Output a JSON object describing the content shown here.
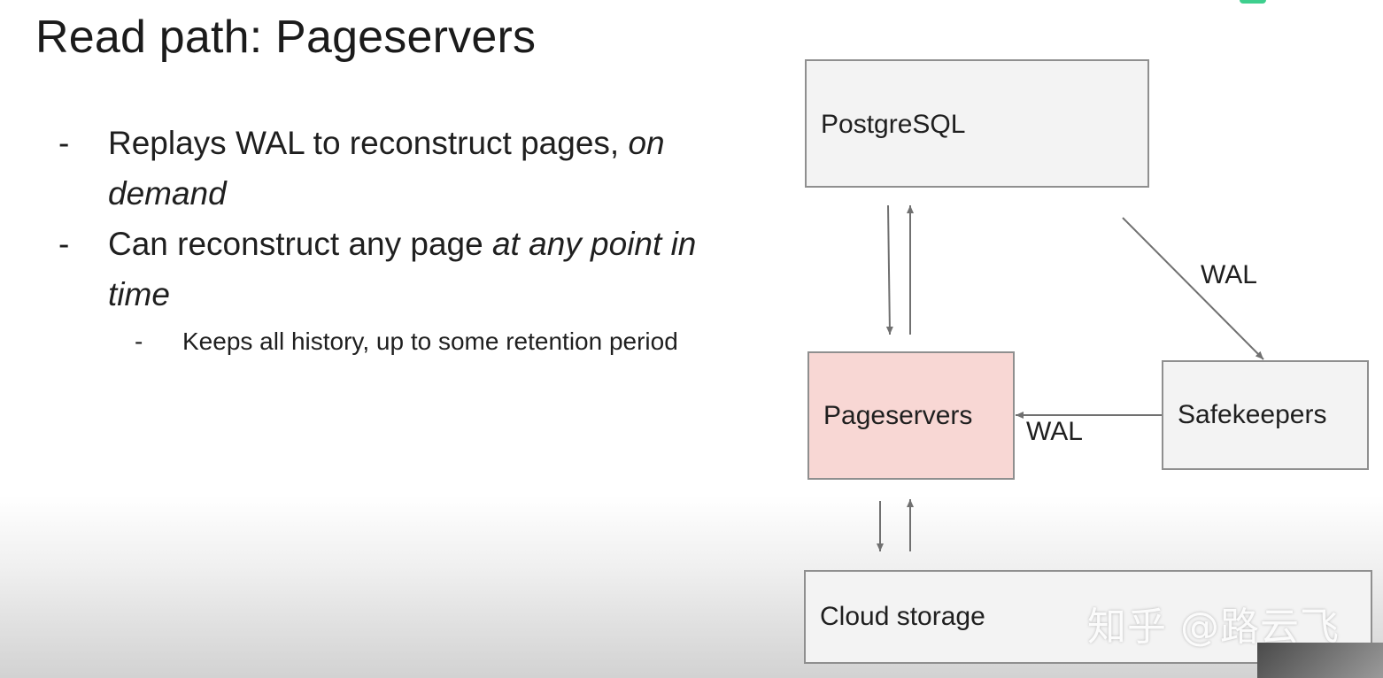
{
  "slide": {
    "title": "Read path: Pageservers",
    "bullets": [
      {
        "dash": "-",
        "text": "Replays WAL to reconstruct pages, ",
        "emphasis": "on demand"
      },
      {
        "dash": "-",
        "text": "Can reconstruct any page ",
        "emphasis": "at any point in time"
      }
    ],
    "sub_bullet": {
      "dash": "-",
      "text": "Keeps all history, up to some retention period"
    }
  },
  "diagram": {
    "nodes": {
      "postgresql": "PostgreSQL",
      "pageservers": "Pageservers",
      "safekeepers": "Safekeepers",
      "cloud_storage": "Cloud storage"
    },
    "edges": {
      "postgres_to_safekeepers": "WAL",
      "safekeepers_to_pageservers": "WAL"
    },
    "colors": {
      "highlight_fill": "#f8d7d4",
      "box_fill": "#f3f3f3",
      "arrow": "#707070"
    }
  },
  "watermark": "知乎 @路云飞"
}
